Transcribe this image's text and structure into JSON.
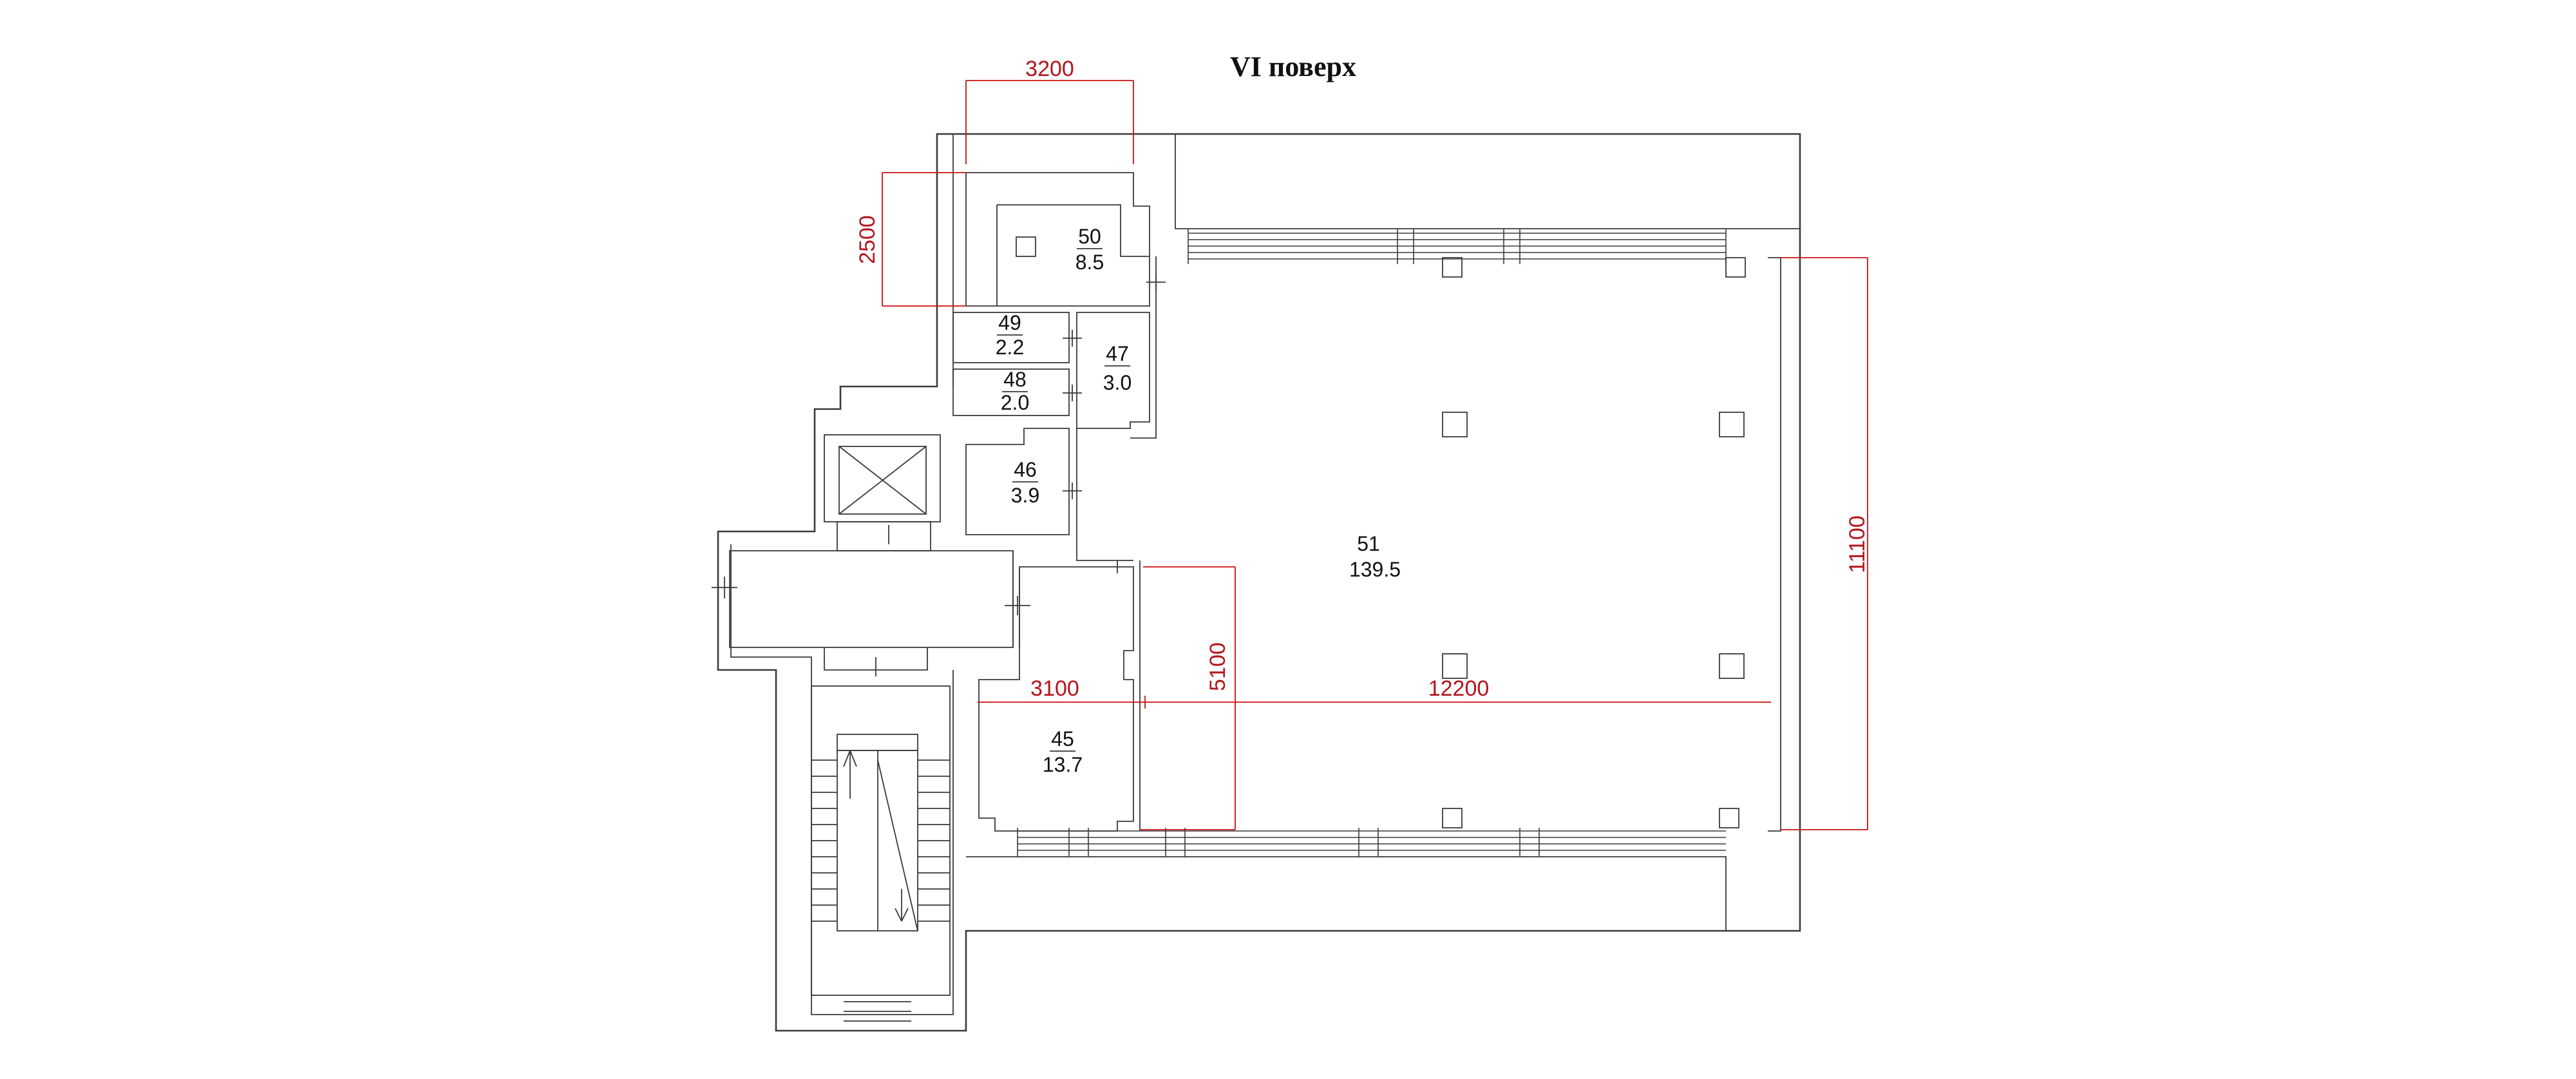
{
  "title": "VI поверх",
  "rooms": [
    {
      "number": "45",
      "area": "13.7"
    },
    {
      "number": "46",
      "area": "3.9"
    },
    {
      "number": "47",
      "area": "3.0"
    },
    {
      "number": "48",
      "area": "2.0"
    },
    {
      "number": "49",
      "area": "2.2"
    },
    {
      "number": "50",
      "area": "8.5"
    },
    {
      "number": "51",
      "area": "139.5"
    }
  ],
  "dimensions": {
    "top_width": "3200",
    "left_height": "2500",
    "right_height": "11100",
    "inner_height": "5100",
    "bottom_left_width": "3100",
    "bottom_right_width": "12200"
  },
  "colors": {
    "walls": "#3a3a3a",
    "dimensions": "#cc1111"
  }
}
